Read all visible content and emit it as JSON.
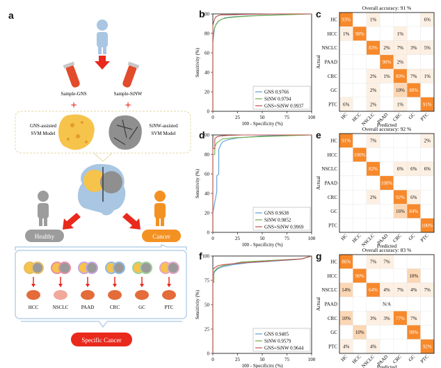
{
  "panel_labels": {
    "a": "a",
    "b": "b",
    "c": "c",
    "d": "d",
    "e": "e",
    "f": "f",
    "g": "g"
  },
  "schematic": {
    "sample_gns": "Sample-GNS",
    "sample_sinw": "Sample-SiNW",
    "plus": "+",
    "gns_svm": [
      "GNS-assisted",
      "SVM Model"
    ],
    "sinw_svm": [
      "SiNW-assisted",
      "SVM Model"
    ],
    "healthy": "Healthy",
    "cancer": "Cancer",
    "cancer_types": [
      "HCC",
      "NSCLC",
      "PAAD",
      "CRC",
      "GC",
      "PTC"
    ],
    "specific_cancer": "Specific Cancer",
    "colors": {
      "blue_person": "#a9c6e2",
      "red": "#e8291c",
      "grey": "#9c9c9c",
      "orange": "#f39122",
      "tube": "#e24b2b",
      "lung": "#f1a89b",
      "organ": "#e46b3a"
    }
  },
  "chart_data": [
    {
      "id": "b",
      "type": "line",
      "xlabel": "100 - Specificity (%)",
      "ylabel": "Sensitivity (%)",
      "xlim": [
        0,
        100
      ],
      "ylim": [
        0,
        100
      ],
      "xticks": [
        0,
        25,
        50,
        75,
        100
      ],
      "yticks": [
        0,
        20,
        40,
        60,
        80,
        100
      ],
      "legend_position": "bottom-right",
      "series": [
        {
          "name": "GNS",
          "auc": "0.9766",
          "color": "#5b9bd5",
          "x": [
            0,
            0,
            1,
            2,
            3,
            5,
            8,
            12,
            20,
            35,
            60,
            100
          ],
          "y": [
            0,
            70,
            80,
            86,
            89,
            92,
            94,
            96,
            97,
            98,
            99,
            100
          ]
        },
        {
          "name": "SiNW",
          "auc": "0.9794",
          "color": "#70ad47",
          "x": [
            0,
            0,
            1,
            2,
            4,
            6,
            10,
            15,
            25,
            40,
            70,
            100
          ],
          "y": [
            0,
            75,
            82,
            87,
            90,
            93,
            95,
            96,
            97,
            98,
            99,
            100
          ]
        },
        {
          "name": "GNS+SiNW",
          "auc": "0.9937",
          "color": "#c0504d",
          "x": [
            0,
            0,
            1,
            2,
            3,
            5,
            8,
            15,
            30,
            60,
            100
          ],
          "y": [
            0,
            88,
            92,
            95,
            97,
            98,
            99,
            99,
            99.5,
            100,
            100
          ]
        }
      ]
    },
    {
      "id": "d",
      "type": "line",
      "xlabel": "100 - Specificity (%)",
      "ylabel": "Sensitivity (%)",
      "xlim": [
        0,
        100
      ],
      "ylim": [
        0,
        100
      ],
      "xticks": [
        0,
        25,
        50,
        75,
        100
      ],
      "yticks": [
        0,
        20,
        40,
        60,
        80,
        100
      ],
      "legend_position": "bottom-right",
      "series": [
        {
          "name": "GNS",
          "auc": "0.9638",
          "color": "#5b9bd5",
          "x": [
            0,
            0,
            4,
            4,
            6,
            6,
            8,
            10,
            15,
            25,
            50,
            100
          ],
          "y": [
            0,
            20,
            42,
            58,
            60,
            85,
            90,
            93,
            95,
            97,
            99,
            100
          ]
        },
        {
          "name": "SiNW",
          "auc": "0.9852",
          "color": "#70ad47",
          "x": [
            0,
            0,
            2,
            2,
            4,
            7,
            10,
            20,
            40,
            70,
            100
          ],
          "y": [
            0,
            80,
            80,
            88,
            92,
            94,
            96,
            97,
            98,
            99,
            100
          ]
        },
        {
          "name": "GNS+SiNW",
          "auc": "0.9969",
          "color": "#c0504d",
          "x": [
            0,
            0,
            2,
            2,
            4,
            8,
            15,
            30,
            60,
            100
          ],
          "y": [
            0,
            86,
            86,
            96,
            98,
            99,
            99.5,
            100,
            100,
            100
          ]
        }
      ]
    },
    {
      "id": "f",
      "type": "line",
      "xlabel": "100 - Specificity (%)",
      "ylabel": "Sensitivity (%)",
      "xlim": [
        0,
        100
      ],
      "ylim": [
        0,
        100
      ],
      "xticks": [
        0,
        25,
        50,
        75,
        100
      ],
      "yticks": [
        0,
        25,
        50,
        75,
        100
      ],
      "legend_position": "bottom-right",
      "series": [
        {
          "name": "GNS",
          "auc": "0.9405",
          "color": "#5b9bd5",
          "x": [
            0,
            0,
            2,
            5,
            10,
            20,
            35,
            50,
            65,
            80,
            90,
            100
          ],
          "y": [
            0,
            80,
            84,
            87,
            89,
            91,
            93,
            94,
            95,
            96,
            97,
            100
          ]
        },
        {
          "name": "SiNW",
          "auc": "0.9579",
          "color": "#70ad47",
          "x": [
            0,
            0,
            1,
            1,
            5,
            10,
            20,
            30,
            50,
            70,
            90,
            100
          ],
          "y": [
            0,
            73,
            73,
            84,
            88,
            90,
            92,
            94,
            95,
            96,
            97,
            100
          ]
        },
        {
          "name": "GNS+SiNW",
          "auc": "0.9644",
          "color": "#c0504d",
          "x": [
            0,
            0,
            2,
            5,
            10,
            20,
            30,
            45,
            60,
            75,
            90,
            100
          ],
          "y": [
            0,
            86,
            88,
            90,
            91,
            92,
            93,
            94,
            95,
            96,
            97,
            100
          ]
        }
      ]
    },
    {
      "id": "c",
      "type": "heatmap",
      "title": "Overall accuracy: 91 %",
      "xlabel": "Predicted",
      "ylabel": "Actual",
      "categories": [
        "HC",
        "HCC",
        "NSCLC",
        "PAAD",
        "CRC",
        "GC",
        "PTC"
      ],
      "cells": [
        [
          "93%",
          "",
          "1%",
          "",
          "",
          "",
          "6%"
        ],
        [
          "1%",
          "98%",
          "",
          "",
          "1%",
          "",
          ""
        ],
        [
          "",
          "",
          "83%",
          "2%",
          "7%",
          "3%",
          "5%"
        ],
        [
          "",
          "",
          "",
          "98%",
          "2%",
          "",
          ""
        ],
        [
          "",
          "",
          "2%",
          "1%",
          "89%",
          "7%",
          "1%"
        ],
        [
          "",
          "",
          "2%",
          "",
          "10%",
          "88%",
          ""
        ],
        [
          "6%",
          "",
          "2%",
          "",
          "1%",
          "",
          "91%"
        ]
      ],
      "colors": {
        "high": "#f7892b",
        "mid": "#fbd7b5",
        "low": "#fdf0e3",
        "none": "#ffffff"
      }
    },
    {
      "id": "e",
      "type": "heatmap",
      "title": "Overall accuracy: 92 %",
      "xlabel": "Predicted",
      "ylabel": "Actual",
      "categories": [
        "HC",
        "HCC",
        "NSCLC",
        "PAAD",
        "CRC",
        "GC",
        "PTC"
      ],
      "cells": [
        [
          "91%",
          "",
          "7%",
          "",
          "",
          "",
          "2%"
        ],
        [
          "",
          "100%",
          "",
          "",
          "",
          "",
          ""
        ],
        [
          "",
          "",
          "82%",
          "",
          "6%",
          "6%",
          "6%"
        ],
        [
          "",
          "",
          "",
          "100%",
          "",
          "",
          ""
        ],
        [
          "",
          "",
          "2%",
          "",
          "92%",
          "6%",
          ""
        ],
        [
          "",
          "",
          "",
          "",
          "16%",
          "84%",
          ""
        ],
        [
          "",
          "",
          "",
          "",
          "",
          "",
          "100%"
        ]
      ],
      "colors": {
        "high": "#f7892b",
        "mid": "#fbd7b5",
        "low": "#fdf0e3",
        "none": "#ffffff"
      }
    },
    {
      "id": "g",
      "type": "heatmap",
      "title": "Overall accuracy: 83 %",
      "xlabel": "Predicted",
      "ylabel": "Actual",
      "categories": [
        "HC",
        "HCC",
        "NSCLC",
        "PAAD",
        "CRC",
        "GC",
        "PTC"
      ],
      "cells": [
        [
          "86%",
          "",
          "7%",
          "7%",
          "",
          "",
          ""
        ],
        [
          "",
          "90%",
          "",
          "",
          "",
          "10%",
          ""
        ],
        [
          "14%",
          "",
          "64%",
          "4%",
          "7%",
          "4%",
          "7%"
        ],
        [
          "",
          "",
          "",
          "N/A",
          "",
          "",
          ""
        ],
        [
          "10%",
          "",
          "3%",
          "3%",
          "77%",
          "7%",
          ""
        ],
        [
          "",
          "10%",
          "",
          "",
          "",
          "90%",
          ""
        ],
        [
          "4%",
          "",
          "4%",
          "",
          "",
          "",
          "92%"
        ]
      ],
      "colors": {
        "high": "#f7892b",
        "mid": "#fbd7b5",
        "low": "#fdf0e3",
        "none": "#ffffff"
      }
    }
  ]
}
